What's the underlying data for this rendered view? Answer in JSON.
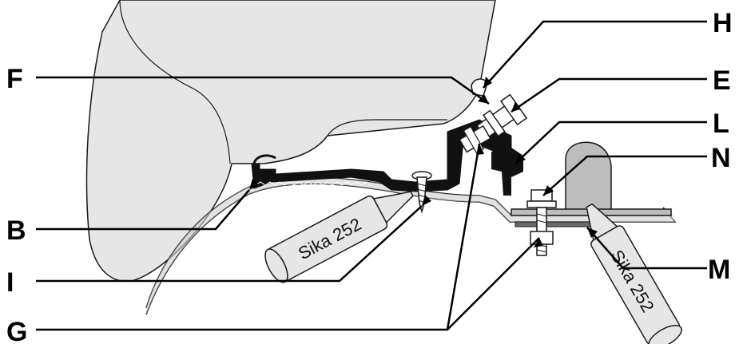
{
  "labels": {
    "b": "B",
    "e": "E",
    "f": "F",
    "g": "G",
    "h": "H",
    "i": "I",
    "l": "L",
    "m": "M",
    "n": "N"
  },
  "tubes": {
    "left": "Sika 252",
    "right": "Sika 252"
  },
  "colors": {
    "body_fill": "#e6e6e6",
    "profile_fill": "#111111",
    "bracket_fill": "#bdbdbd",
    "outline": "#1a1a1a"
  }
}
